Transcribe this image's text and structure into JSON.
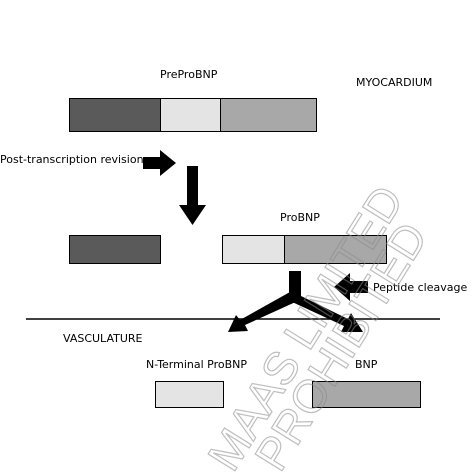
{
  "labels": {
    "preprobnp": "PreProBNP",
    "myocardium": "MYOCARDIUM",
    "post_transcription": "Post-transcription revision",
    "probnp": "ProBNP",
    "peptide_cleavage": "Peptide cleavage",
    "vasculature": "VASCULATURE",
    "nterminal": "N-Terminal ProBNP",
    "bnp": "BNP"
  },
  "watermark": {
    "line1": "MAAS LIMITED",
    "line2": "PROHIBITED"
  },
  "colors": {
    "dark_segment": "#5a5a5a",
    "light_segment": "#e4e4e4",
    "mid_segment": "#a8a8a8",
    "arrow": "#000000",
    "membrane_line": "#000000"
  }
}
